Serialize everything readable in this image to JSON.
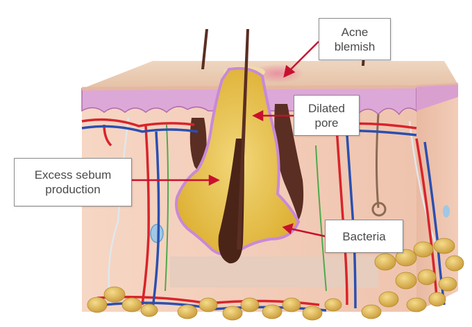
{
  "labels": {
    "acne": {
      "line1": "Acne",
      "line2": "blemish"
    },
    "pore": {
      "line1": "Dilated",
      "line2": "pore"
    },
    "sebum": {
      "line1": "Excess sebum",
      "line2": "production"
    },
    "bacteria": {
      "line1": "Bacteria"
    }
  },
  "colors": {
    "arrow": "#c8102e",
    "box_border": "#8a8a8a",
    "label_text": "#4a4a4a",
    "skin_surface": "#e9c9b0",
    "epidermis": "#d9a6d6",
    "dermis": "#f3d2c0",
    "sebum": "#e8c347",
    "hair": "#5a2e22",
    "fat": "#e0bd62",
    "artery": "#d8242b",
    "vein": "#2b4fb0"
  }
}
